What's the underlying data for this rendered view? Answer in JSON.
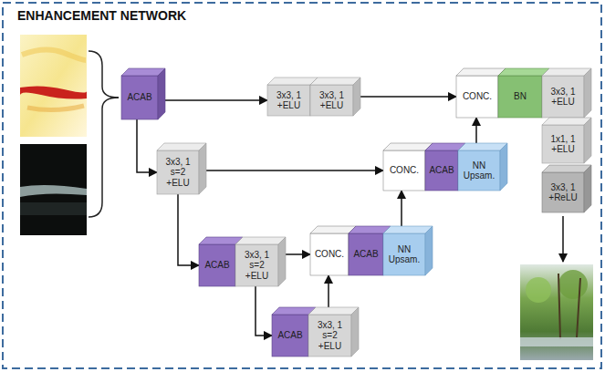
{
  "diagram": {
    "title": "ENHANCEMENT NETWORK",
    "nodes": [
      {
        "text": [
          "ACAB"
        ]
      },
      {
        "text": [
          "3x3, 1 +ELU"
        ]
      },
      {
        "text": [
          "3x3, 1 +ELU"
        ]
      },
      {
        "text": [
          "CONC."
        ]
      },
      {
        "text": [
          "BN"
        ]
      },
      {
        "text": [
          "3x3, 1 +ELU"
        ]
      },
      {
        "text": [
          "1x1, 1 +ELU"
        ]
      },
      {
        "text": [
          "3x3, 1 +ReLU"
        ]
      },
      {
        "text": [
          "3x3, 1 s=2 +ELU"
        ]
      },
      {
        "text": [
          "CONC."
        ]
      },
      {
        "text": [
          "ACAB"
        ]
      },
      {
        "text": [
          "NN Upsam."
        ]
      },
      {
        "text": [
          "ACAB"
        ]
      },
      {
        "text": [
          "3x3, 1 s=2 +ELU"
        ]
      },
      {
        "text": [
          "CONC."
        ]
      },
      {
        "text": [
          "ACAB"
        ]
      },
      {
        "text": [
          "NN Upsam."
        ]
      },
      {
        "text": [
          "ACAB"
        ]
      },
      {
        "text": [
          "3x3, 1 s=2 +ELU"
        ]
      }
    ],
    "edges": [
      {
        "from": 0,
        "to": 1,
        "arrow": "to"
      },
      {
        "from": 2,
        "to": 3,
        "arrow": "to"
      },
      {
        "from": 0,
        "to": 8,
        "arrow": "to"
      },
      {
        "from": 8,
        "to": 9,
        "arrow": "to"
      },
      {
        "from": 8,
        "to": 12,
        "arrow": "to"
      },
      {
        "from": 13,
        "to": 14,
        "arrow": "to"
      },
      {
        "from": 13,
        "to": 17,
        "arrow": "to"
      },
      {
        "from": 18,
        "to": 14,
        "arrow": "to"
      },
      {
        "from": 16,
        "to": 9,
        "arrow": "to"
      },
      {
        "from": 11,
        "to": 3,
        "arrow": "to"
      }
    ]
  }
}
